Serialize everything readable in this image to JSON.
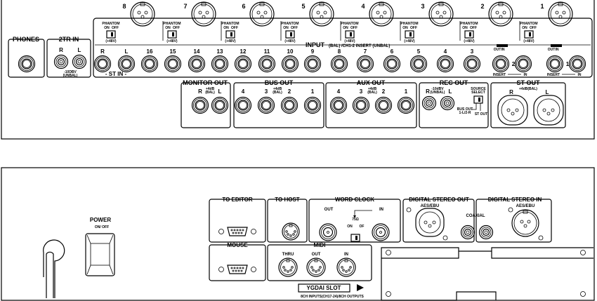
{
  "top_panel": {
    "phones": {
      "title": "PHONES"
    },
    "two_tr_in": {
      "title": "2TR IN",
      "jacks": [
        "R",
        "L"
      ],
      "level": "-10DBV",
      "type": "(UNBAL)"
    },
    "input": {
      "label": "INPUT",
      "bal": "(BAL)",
      "insert_note": "/CH1-2 INSERT (UNBAL)",
      "xlr_channels": [
        "8",
        "7",
        "6",
        "5",
        "4",
        "3",
        "2",
        "1"
      ],
      "phantom": {
        "title": "PHANTOM",
        "on": "ON",
        "off": "OFF",
        "voltage": "(+48V)"
      },
      "jacks": [
        "R",
        "L",
        "16",
        "15",
        "14",
        "13",
        "12",
        "11",
        "10",
        "9",
        "8",
        "7",
        "6",
        "5",
        "4",
        "3"
      ],
      "st_in": "- ST IN -",
      "insert_channels": [
        "2",
        "1"
      ],
      "insert_label": "INSERT",
      "in_label": "IN",
      "insert_plug_labels": [
        "OUT",
        "IN"
      ]
    },
    "monitor_out": {
      "title": "MONITOR OUT",
      "jacks": [
        "R",
        "L"
      ],
      "level": "+4dB",
      "type": "(BAL)"
    },
    "bus_out": {
      "title": "BUS OUT",
      "jacks": [
        "4",
        "3",
        "2",
        "1"
      ],
      "level": "+4dB",
      "type": "(BAL)"
    },
    "aux_out": {
      "title": "AUX OUT",
      "jacks": [
        "4",
        "3",
        "2",
        "1"
      ],
      "level": "+4dB",
      "type": "(BAL)"
    },
    "rec_out": {
      "title": "REC OUT",
      "jacks": [
        "R",
        "L"
      ],
      "level": "-10dBV",
      "type": "(UNBAL)",
      "source_select": [
        "SOURCE",
        "SELECT"
      ],
      "bus_out_option": [
        "BUS OUT",
        "1-L/2-R"
      ],
      "st_out_option": "ST OUT"
    },
    "st_out": {
      "title": "ST OUT",
      "level": "+4dB(BAL)",
      "jacks": [
        "R",
        "L"
      ]
    }
  },
  "bottom_panel": {
    "power": {
      "title": "POWER",
      "states": "ON/ OFF"
    },
    "to_editor": {
      "title": "TO EDITOR"
    },
    "to_host": {
      "title": "TO HOST"
    },
    "word_clock": {
      "title": "WORD CLOCK",
      "out": "OUT",
      "in": "IN",
      "termination": "75Ω",
      "on": "ON",
      "off": "OF"
    },
    "digital_stereo_out": {
      "title": "DIGITAL STEREO OUT",
      "aes": "AES/EBU",
      "coaxial": "COAXIAL"
    },
    "digital_stereo_in": {
      "title": "DIGITAL STEREO IN",
      "aes": "AES/EBU"
    },
    "mouse": {
      "title": "MOUSE"
    },
    "midi": {
      "title": "MIDI",
      "ports": [
        "THRU",
        "OUT",
        "IN"
      ]
    },
    "slot": {
      "title": "YGDAI SLOT",
      "note": "8CH INPUTS(CH17-24)/8CH OUTPUTS"
    }
  }
}
